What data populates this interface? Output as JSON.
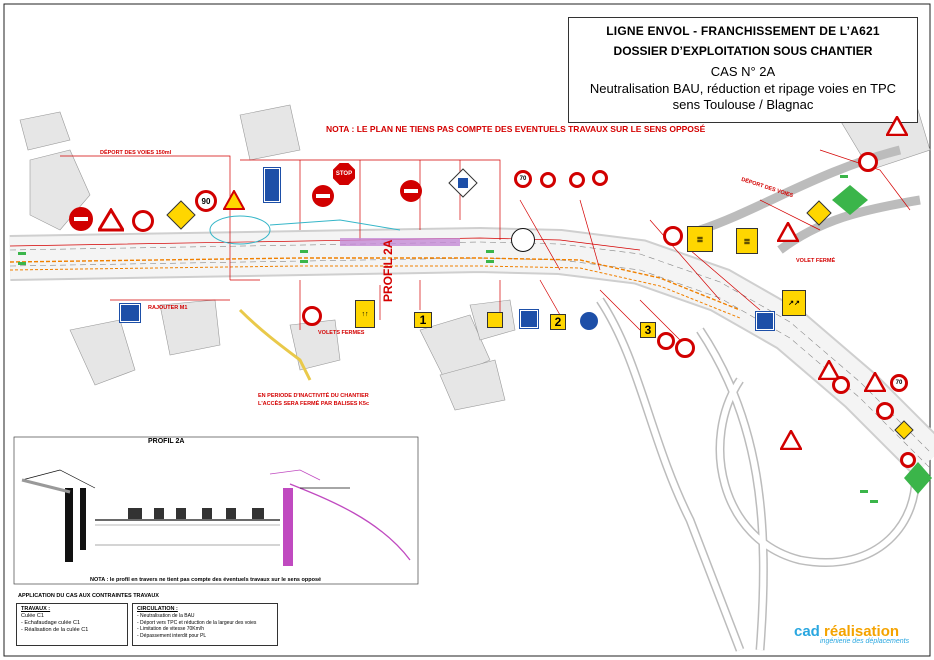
{
  "title": {
    "line1": "LIGNE ENVOL  -  FRANCHISSEMENT DE L’A621",
    "line2": "DOSSIER D’EXPLOITATION SOUS CHANTIER",
    "line3": "CAS N° 2A",
    "line4": "Neutralisation BAU, réduction et ripage voies en TPC",
    "line5": "sens Toulouse / Blagnac"
  },
  "nota_main": "NOTA : LE PLAN NE TIENS PAS COMPTE DES EVENTUELS TRAVAUX SUR LE SENS OPPOSÉ",
  "labels": {
    "deport": "DÉPORT DES VOIES 150ml",
    "deport2": "DÉPORT DES VOIES",
    "rajouter": "RAJOUTER M1",
    "volets": "VOLETS FERMES",
    "volet_ferme": "VOLET FERMÉ",
    "profil_2a": "PROFIL 2A",
    "inactivite": "EN PERIODE D'INACTIVITÉ DU CHANTIER\nL'ACCÈS SERA FERMÉ PAR BALISES K5c"
  },
  "signs": {
    "speed_70": "70",
    "speed_90": "90",
    "stop": "STOP",
    "panel_1": "1",
    "panel_2": "2",
    "panel_3": "3"
  },
  "profil": {
    "title": "PROFIL 2A",
    "nota": "NOTA : le profil en travers ne tient pas compte des éventuels travaux sur le sens opposé"
  },
  "application_title": "APPLICATION DU CAS AUX CONTRAINTES TRAVAUX",
  "travaux": {
    "header": "TRAVAUX :",
    "items": [
      "Culée C1",
      "- Echafaudage culée C1",
      "- Réalisation de la culée C1"
    ]
  },
  "circulation": {
    "header": "CIRCULATION :",
    "items": [
      "- Neutralisation de la BAU",
      "- Déport vers TPC et réduction de la largeur des voies",
      "- Limitation de vitesse 70Km/h",
      "- Dépassement interdit pour PL"
    ]
  },
  "logo": {
    "brand_a": "cad ",
    "brand_b": "réalisation",
    "tagline": "ingénierie des déplacements"
  },
  "colors": {
    "red": "#d40000",
    "yellow": "#ffd600",
    "blue": "#1d4fa8",
    "green": "#3bb54a",
    "magenta": "#b000b0",
    "orange": "#f08000"
  }
}
